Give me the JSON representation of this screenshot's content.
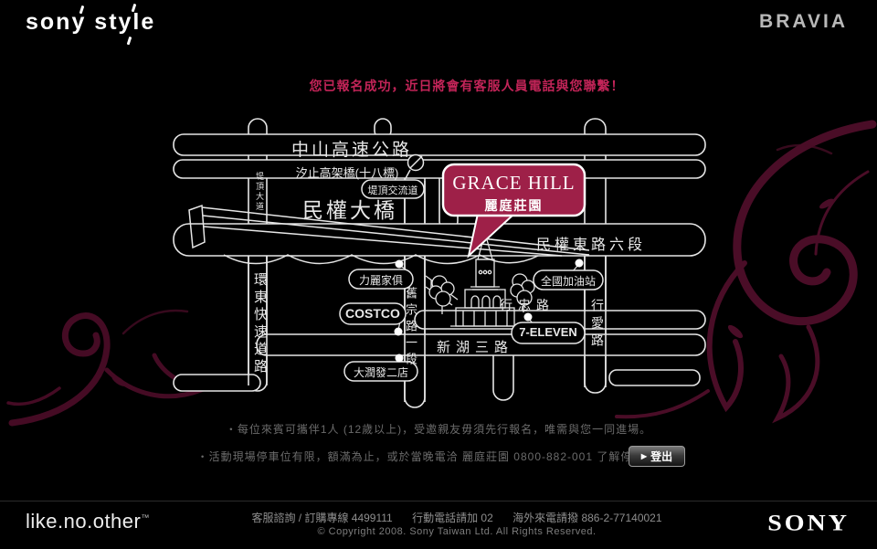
{
  "header": {
    "logo": "sony style",
    "brand": "BRAVIA"
  },
  "message": {
    "text": "您已報名成功，近日將會有客服人員電話與您聯繫！",
    "color": "#c22458"
  },
  "map": {
    "venue_bubble": {
      "title": "GRACE HILL",
      "subtitle": "麗庭莊園",
      "fill": "#9e2048"
    },
    "roads": {
      "zhongshan_expressway": "中山高速公路",
      "xizhi_viaduct": "汐止高架橋(十八標)",
      "tiding_interchange": "堤頂交流道",
      "tiding_blvd": "堤頂大道",
      "minquan_bridge": "民權大橋",
      "minquan_e_rd": "民權東路六段",
      "huandong_expressway": "環東快速道路",
      "jiuzong_rd": "舊宗路一段",
      "xingzhong_rd": "行忠路",
      "xingai_rd": "行愛路",
      "xinhu_rd": "新湖三路"
    },
    "landmarks": {
      "lili_furniture": "力麗家俱",
      "costco": "COSTCO",
      "darunfa": "大潤發二店",
      "gas_station": "全國加油站",
      "seven_eleven": "7-ELEVEN"
    },
    "road_color": "#e6e6e6"
  },
  "notices": {
    "line1": "・每位來賓可攜伴1人 (12歲以上)，受邀親友毋須先行報名，唯需與您一同進場。",
    "line2": "・活動現場停車位有限，額滿為止，或於當晚電洽 麗庭莊園 0800-882-001 了解停車資訊。"
  },
  "logout_button": {
    "icon": "▶",
    "label": "登出"
  },
  "footer": {
    "slogan": "like.no.other",
    "slogan_tm": "™",
    "service_line": "客服諮詢 / 訂購專線 4499111",
    "mobile_line": "行動電話請加 02",
    "overseas_line": "海外來電請撥 886-2-77140021",
    "copyright": "© Copyright 2008. Sony Taiwan Ltd. All Rights Reserved.",
    "sony_logo": "SONY"
  }
}
